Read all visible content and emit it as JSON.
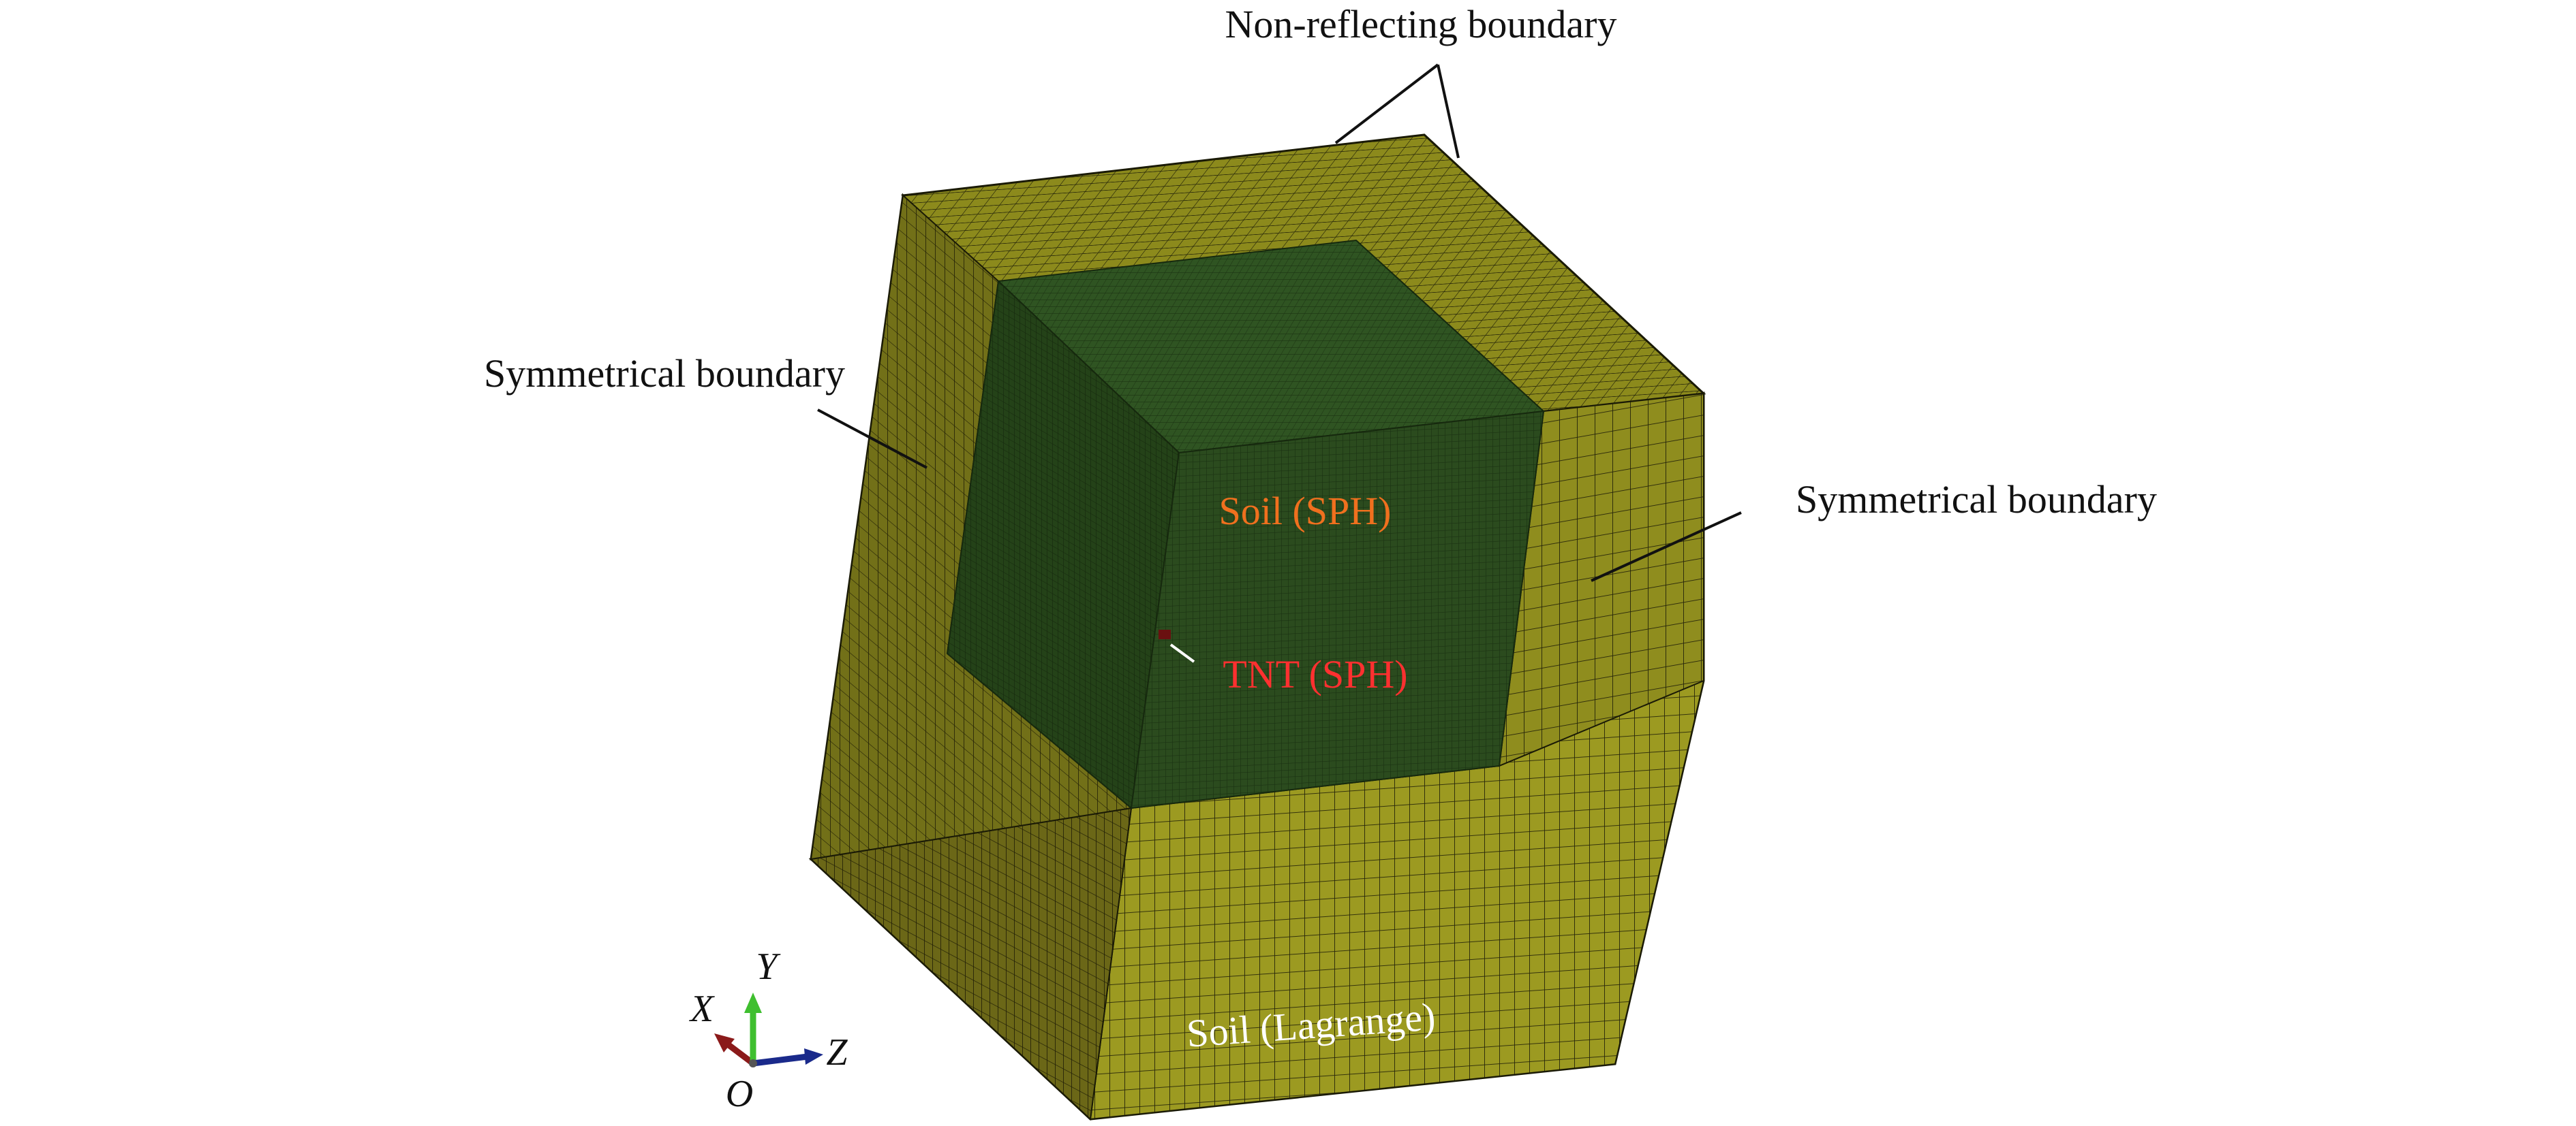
{
  "labels": {
    "non_reflecting": "Non-reflecting boundary",
    "sym_left": "Symmetrical  boundary",
    "sym_right": "Symmetrical  boundary",
    "soil_sph": "Soil (SPH)",
    "tnt_sph": "TNT (SPH)",
    "soil_lagrange": "Soil (Lagrange)"
  },
  "axes": {
    "x": "X",
    "y": "Y",
    "z": "Z",
    "origin": "O"
  },
  "colors": {
    "lagrange_top": "#8e8c1c",
    "lagrange_left": "#6a6616",
    "lagrange_right": "#9a9820",
    "sph_top": "#2f5422",
    "sph_left": "#234018",
    "sph_front": "#2a4a1e",
    "mesh_line": "#1a1a06",
    "tnt": "#6a1010",
    "axis_x": "#8b1a1a",
    "axis_y": "#3fbf2f",
    "axis_z": "#1a2a8b"
  }
}
